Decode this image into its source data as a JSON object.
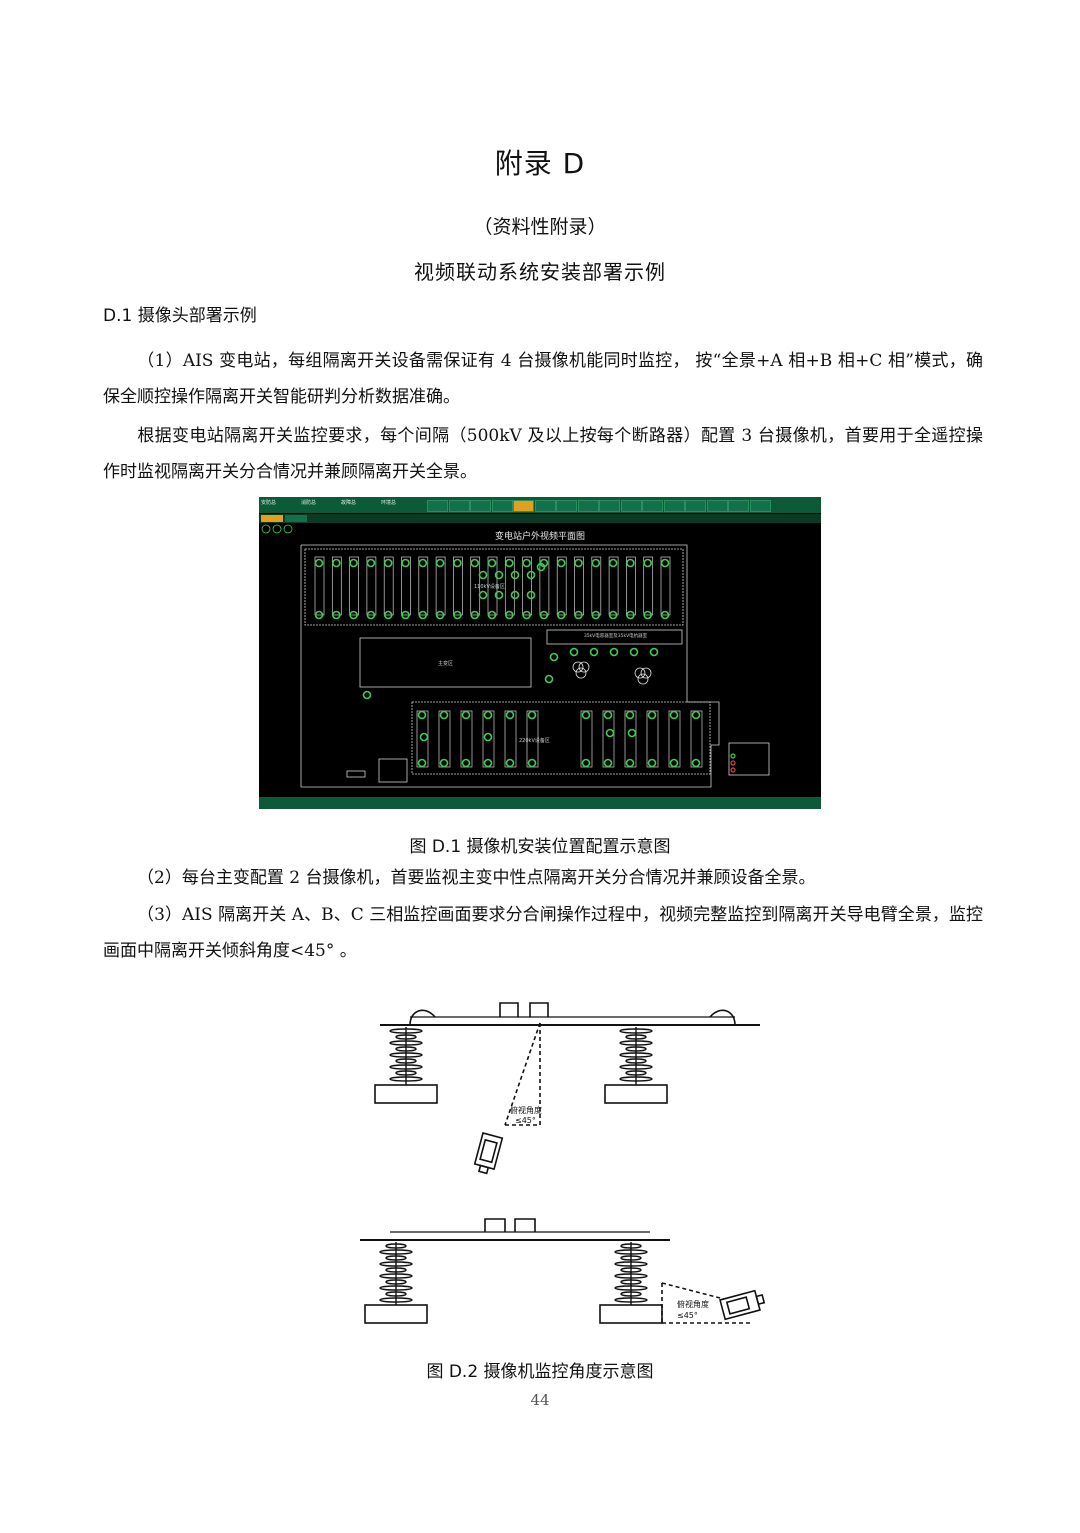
{
  "appendix": {
    "heading": "附录 D",
    "note": "（资料性附录）",
    "title": "视频联动系统安装部署示例",
    "section_d1": "D.1  摄像头部署示例"
  },
  "paragraphs": [
    "（1）AIS 变电站，每组隔离开关设备需保证有 4 台摄像机能同时监控，  按“全景+A 相+B 相+C 相”模式，确保全顺控操作隔离开关智能研判分析数据准确。",
    "根据变电站隔离开关监控要求，每个间隔（500kV 及以上按每个断路器）配置 3 台摄像机，首要用于全遥控操作时监视隔离开关分合情况并兼顾隔离开关全景。"
  ],
  "figure1": {
    "screen_title": "变电站户外视频平面图",
    "top_tabs": [
      "安防总",
      "消防总",
      "故障总",
      "环境总"
    ],
    "region_110kv": "110kV设备区",
    "region_220kv": "220kV设备区",
    "region_main_transformer": "主变区",
    "region_reactor": "35kV电容器室及35kV电抗器室",
    "caption": "图 D.1  摄像机安装位置配置示意图"
  },
  "paragraphs2": [
    "（2）每台主变配置 2 台摄像机，首要监视主变中性点隔离开关分合情况并兼顾设备全景。",
    "（3）AIS 隔离开关 A、B、C 三相监控画面要求分合闸操作过程中，视频完整监控到隔离开关导电臂全景，监控画面中隔离开关倾斜角度<45°  。"
  ],
  "figure2": {
    "angle_label": "俯视角度",
    "angle_value": "≤45°",
    "caption": "图 D.2    摄像机监控角度示意图"
  },
  "page_number": "44",
  "colors": {
    "screen_bg": "#000000",
    "toolbar": "#0d5a38",
    "camera": "#3ccf4e",
    "outline": "#d0d0d0"
  }
}
